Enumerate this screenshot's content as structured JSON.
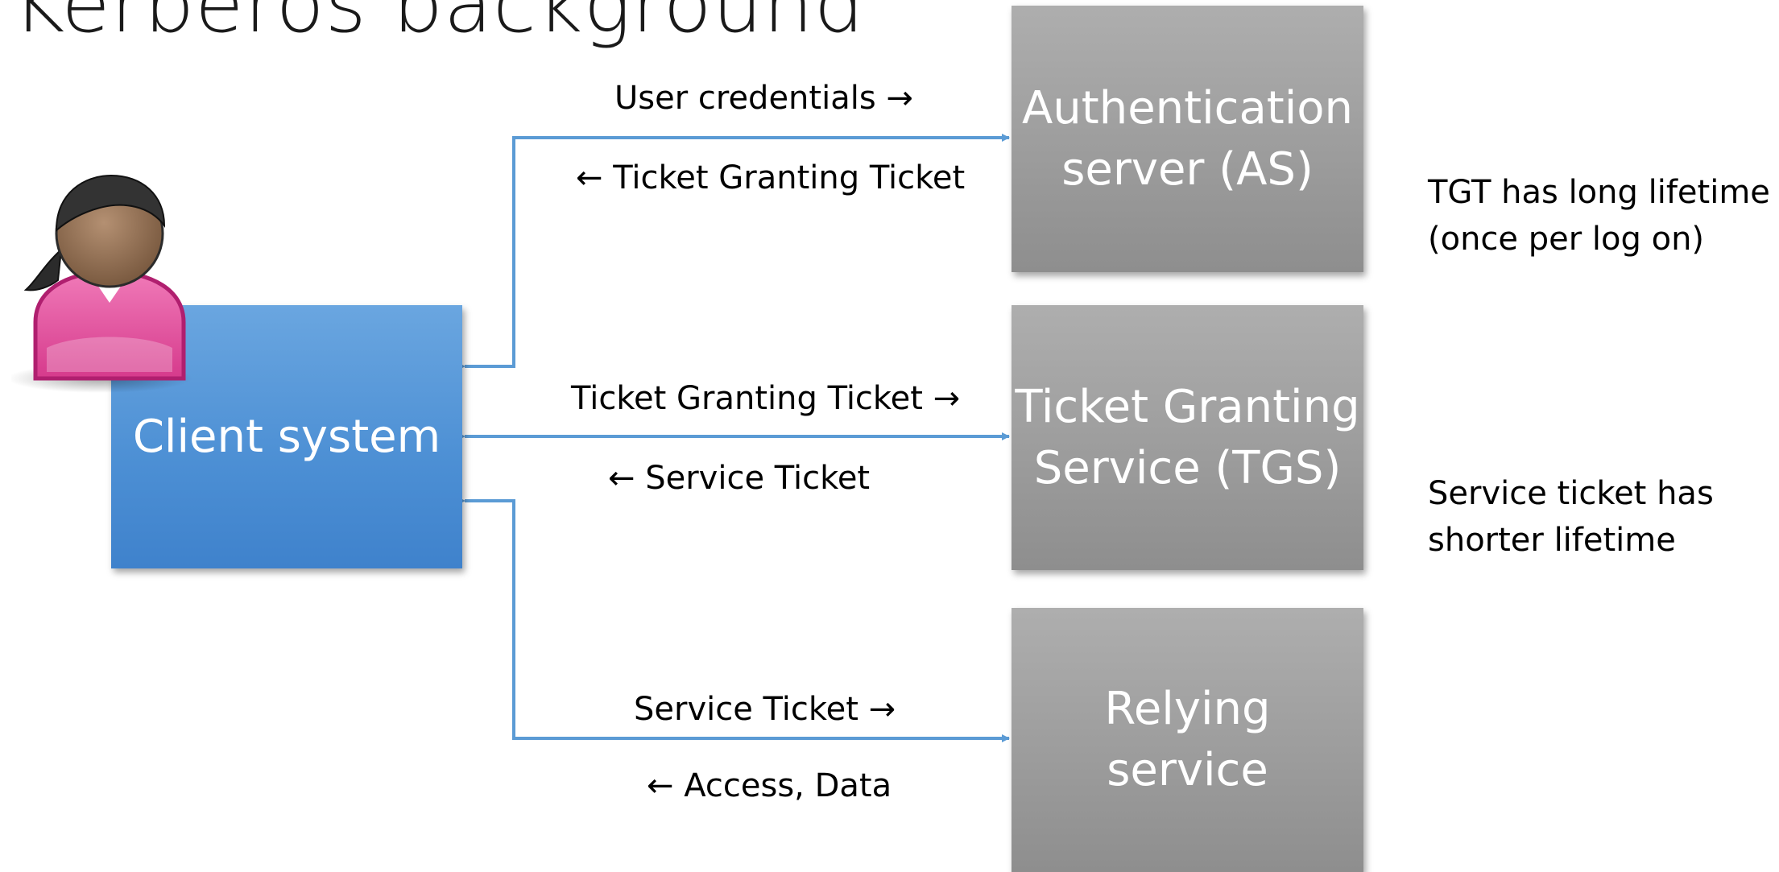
{
  "title": "Kerberos background",
  "boxes": {
    "client": "Client system",
    "as": {
      "line1": "Authentication",
      "line2": "server (AS)"
    },
    "tgs": {
      "line1": "Ticket Granting",
      "line2": "Service (TGS)"
    },
    "relying": {
      "line1": "Relying",
      "line2": "service"
    }
  },
  "flows": {
    "user_credentials": "User credentials →",
    "tgt_return": "← Ticket Granting Ticket",
    "tgt_send": "Ticket Granting Ticket →",
    "service_ticket_return": "← Service Ticket",
    "service_ticket_send": "Service Ticket →",
    "access_data": "← Access, Data"
  },
  "notes": {
    "tgt": {
      "line1": "TGT has long lifetime",
      "line2": "(once per log on)"
    },
    "service": {
      "line1": "Service ticket has",
      "line2": "shorter lifetime"
    }
  },
  "icons": {
    "avatar": "user-avatar-icon"
  },
  "colors": {
    "client_box": "#4c8fd4",
    "server_box": "#9b9b9b",
    "connector": "#5b9bd5",
    "avatar_shirt": "#e0489a"
  }
}
